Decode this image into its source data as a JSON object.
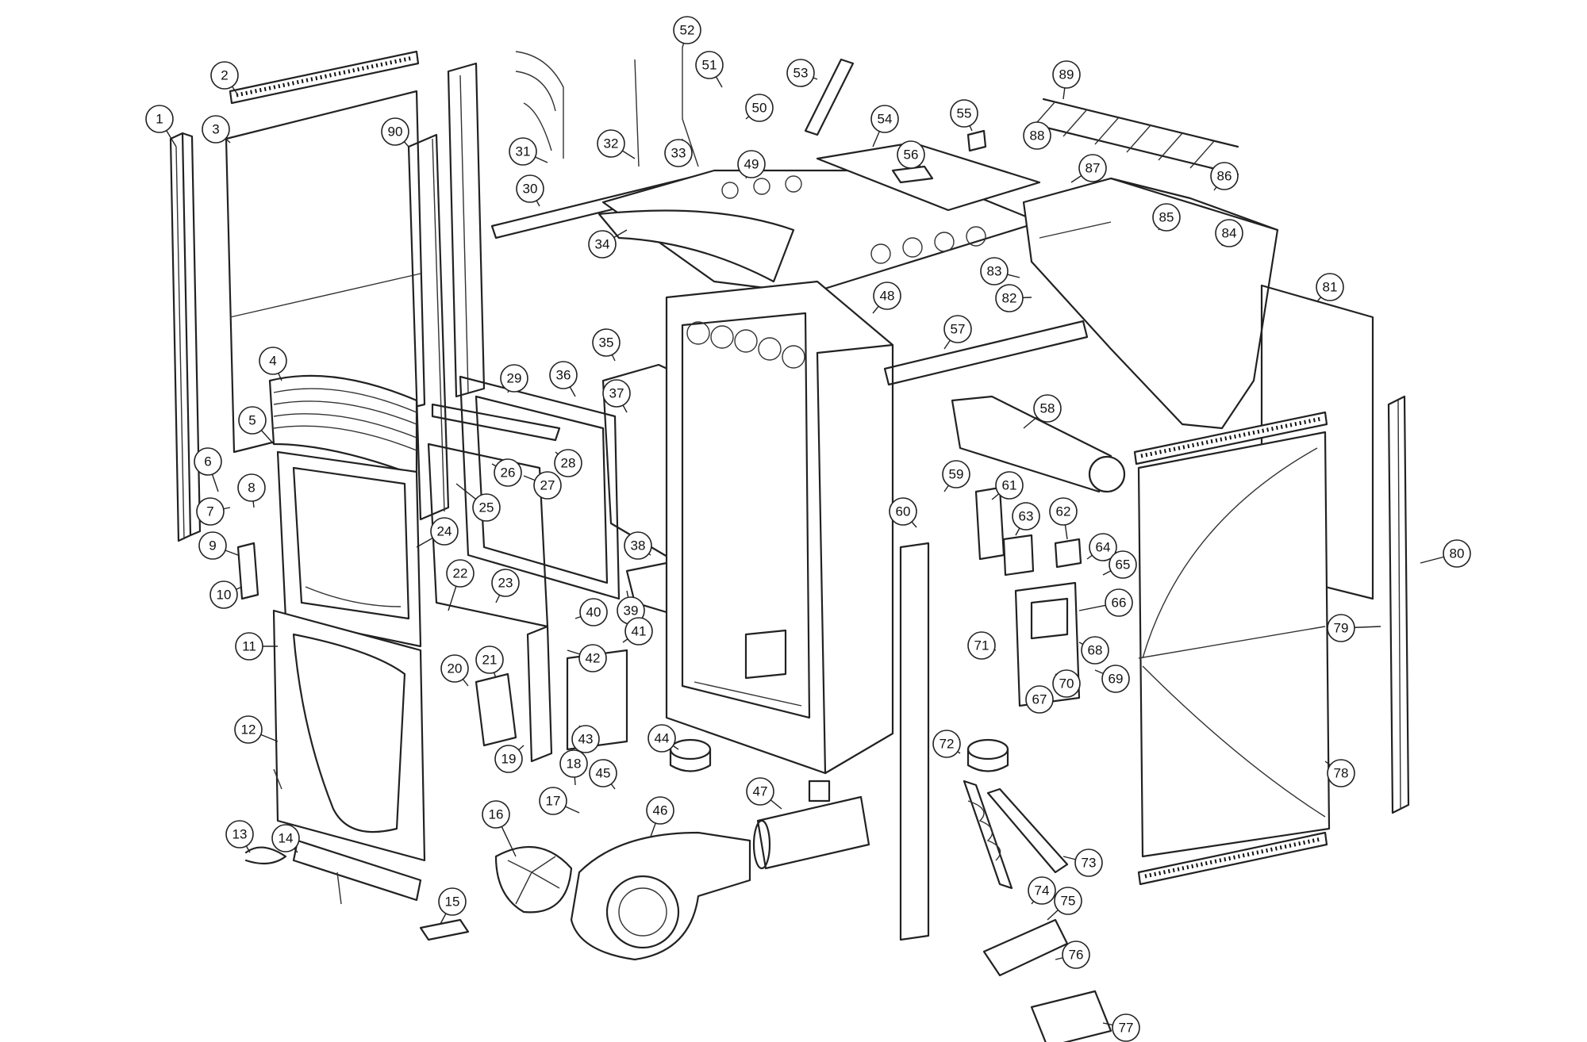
{
  "callouts": [
    "1",
    "2",
    "3",
    "4",
    "5",
    "6",
    "7",
    "8",
    "9",
    "10",
    "11",
    "12",
    "13",
    "14",
    "15",
    "16",
    "17",
    "18",
    "19",
    "20",
    "21",
    "22",
    "23",
    "24",
    "25",
    "26",
    "27",
    "28",
    "29",
    "30",
    "31",
    "32",
    "33",
    "34",
    "35",
    "36",
    "37",
    "38",
    "39",
    "40",
    "41",
    "42",
    "43",
    "44",
    "45",
    "46",
    "47",
    "48",
    "49",
    "50",
    "51",
    "52",
    "53",
    "54",
    "55",
    "56",
    "57",
    "58",
    "59",
    "60",
    "61",
    "62",
    "63",
    "64",
    "65",
    "66",
    "67",
    "68",
    "69",
    "70",
    "71",
    "72",
    "73",
    "74",
    "75",
    "76",
    "77",
    "78",
    "79",
    "80",
    "81",
    "82",
    "83",
    "84",
    "85",
    "86",
    "87",
    "88",
    "89",
    "90"
  ]
}
